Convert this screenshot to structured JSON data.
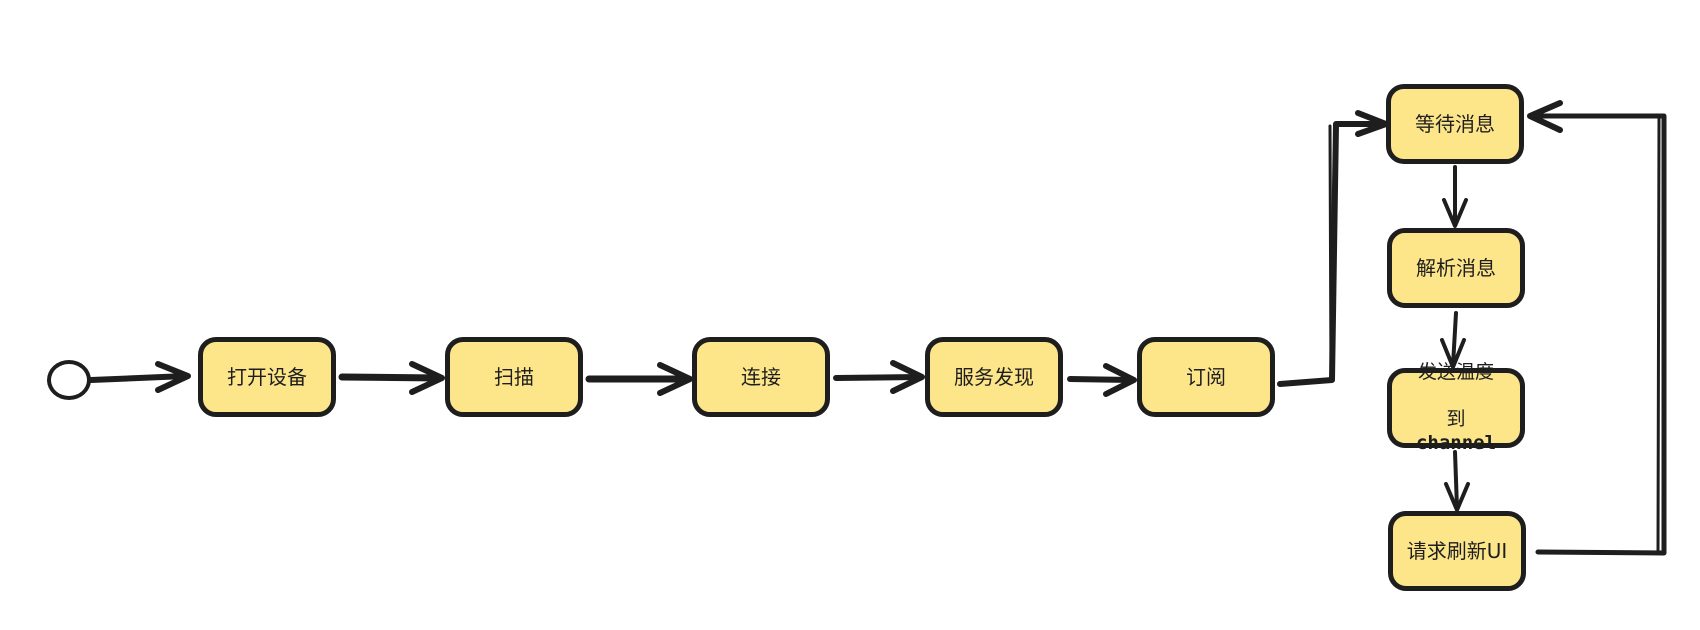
{
  "diagram": {
    "nodes": {
      "open_device": "打开设备",
      "scan": "扫描",
      "connect": "连接",
      "service_discovery": "服务发现",
      "subscribe": "订阅",
      "wait_message": "等待消息",
      "parse_message": "解析消息",
      "send_temp_line1": "发送温度",
      "send_temp_prefix": "到",
      "send_temp_channel": "channel",
      "request_refresh_ui": "请求刷新UI"
    },
    "colors": {
      "node_fill": "#fde68a",
      "stroke": "#1e1e1e"
    }
  }
}
